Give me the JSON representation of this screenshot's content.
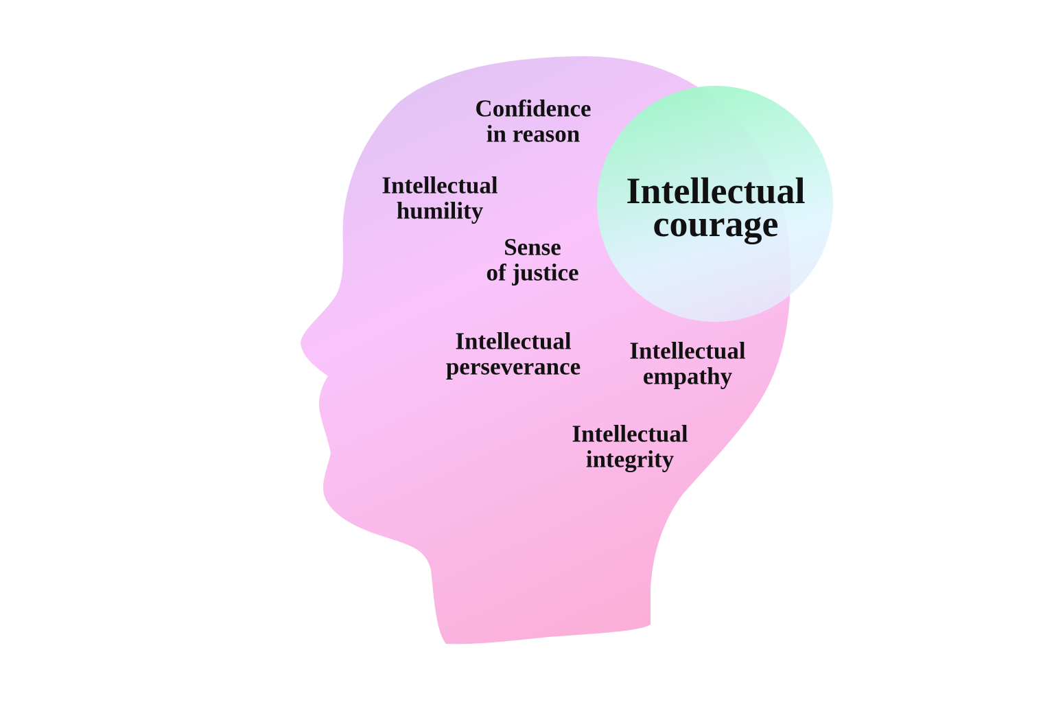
{
  "colors": {
    "head_top": "#e2c4f4",
    "head_mid": "#f9c4fb",
    "head_bottom": "#fbaed6",
    "circle_top": "#9ff7c8",
    "circle_bottom": "#dff6ff",
    "text": "#111111"
  },
  "traits": [
    {
      "line1": "Confidence",
      "line2": "in reason"
    },
    {
      "line1": "Intellectual",
      "line2": "humility"
    },
    {
      "line1": "Sense",
      "line2": "of justice"
    },
    {
      "line1": "Intellectual",
      "line2": "perseverance"
    },
    {
      "line1": "Intellectual",
      "line2": "empathy"
    },
    {
      "line1": "Intellectual",
      "line2": "integrity"
    }
  ],
  "highlight": {
    "line1": "Intellectual",
    "line2": "courage"
  }
}
